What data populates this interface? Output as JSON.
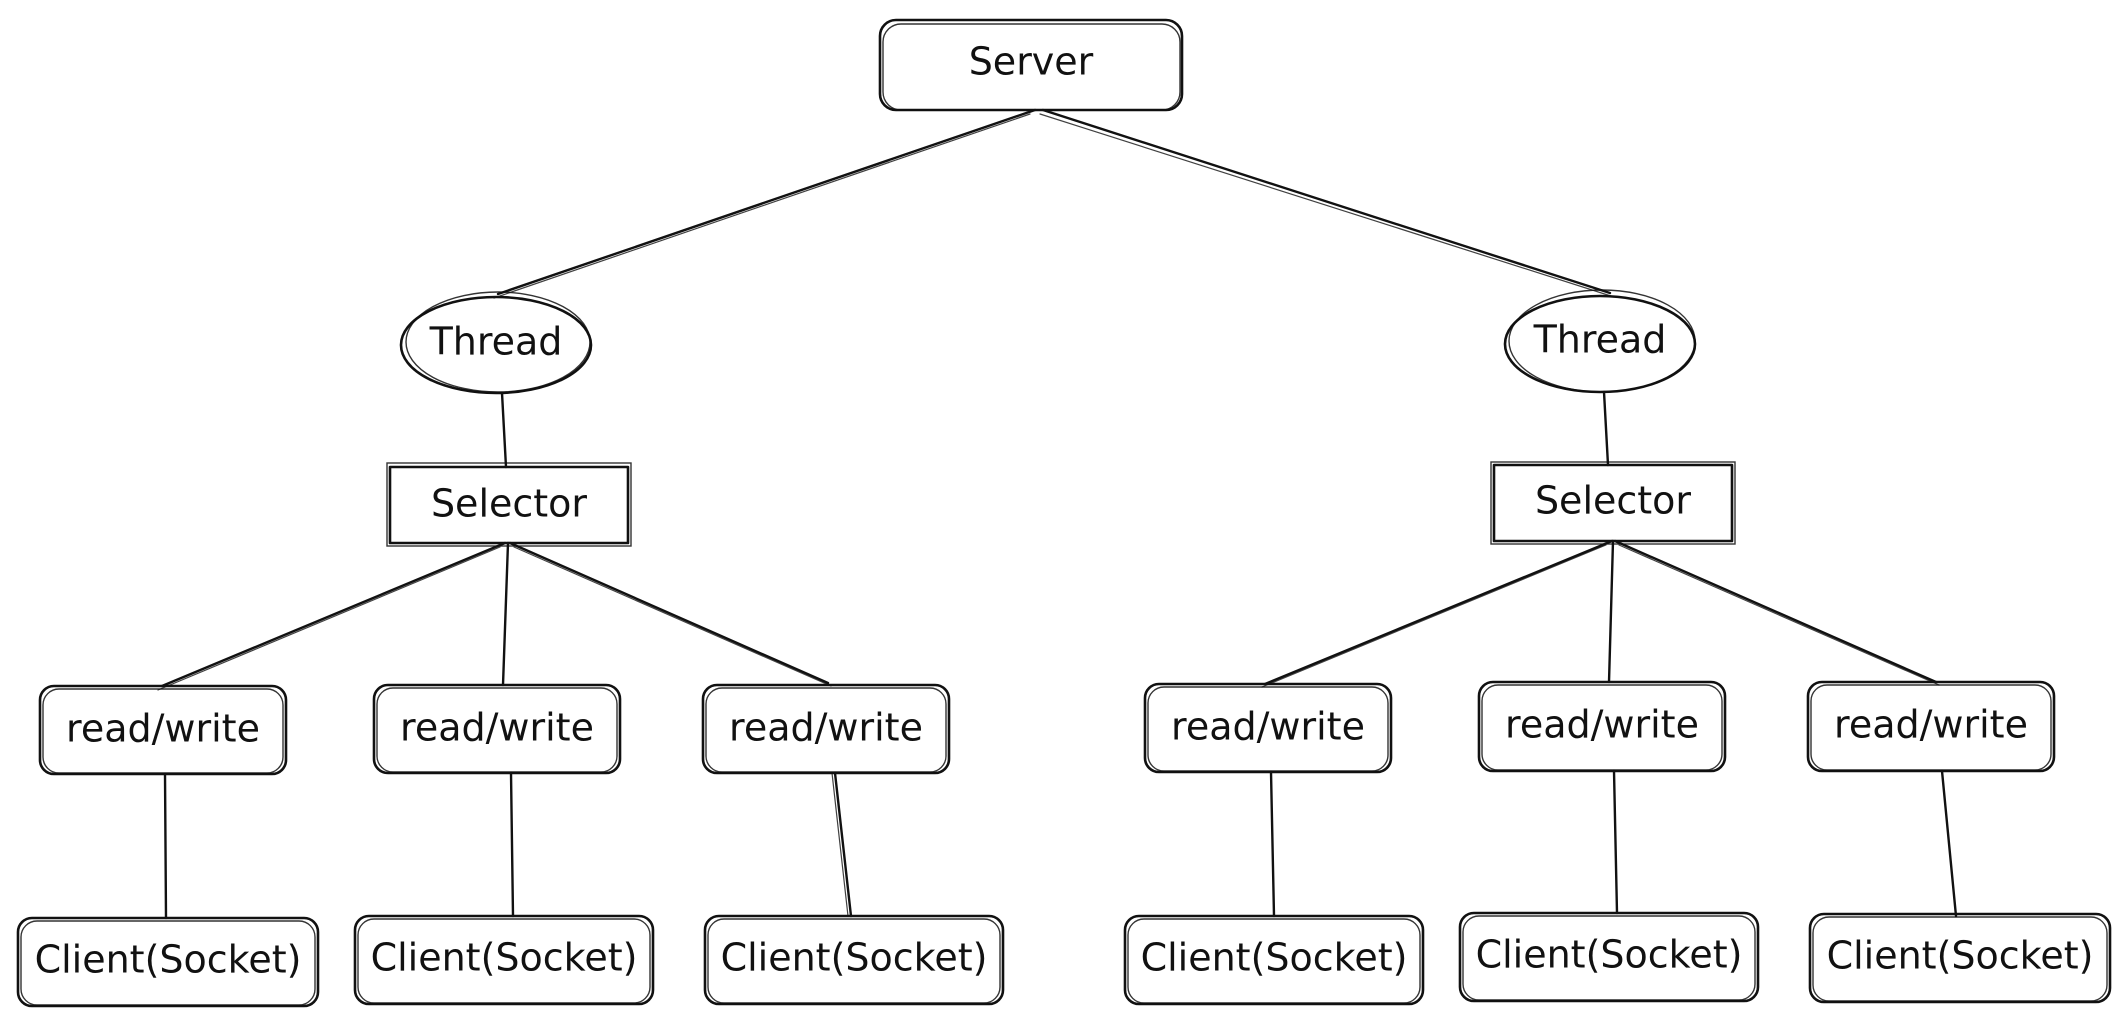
{
  "diagram": {
    "server": {
      "label": "Server"
    },
    "branches": [
      {
        "thread": {
          "label": "Thread"
        },
        "selector": {
          "label": "Selector"
        },
        "channels": [
          {
            "op": "read/write",
            "client": "Client(Socket)"
          },
          {
            "op": "read/write",
            "client": "Client(Socket)"
          },
          {
            "op": "read/write",
            "client": "Client(Socket)"
          }
        ]
      },
      {
        "thread": {
          "label": "Thread"
        },
        "selector": {
          "label": "Selector"
        },
        "channels": [
          {
            "op": "read/write",
            "client": "Client(Socket)"
          },
          {
            "op": "read/write",
            "client": "Client(Socket)"
          },
          {
            "op": "read/write",
            "client": "Client(Socket)"
          }
        ]
      }
    ],
    "colors": {
      "stroke": "#111111",
      "background": "#ffffff"
    }
  }
}
